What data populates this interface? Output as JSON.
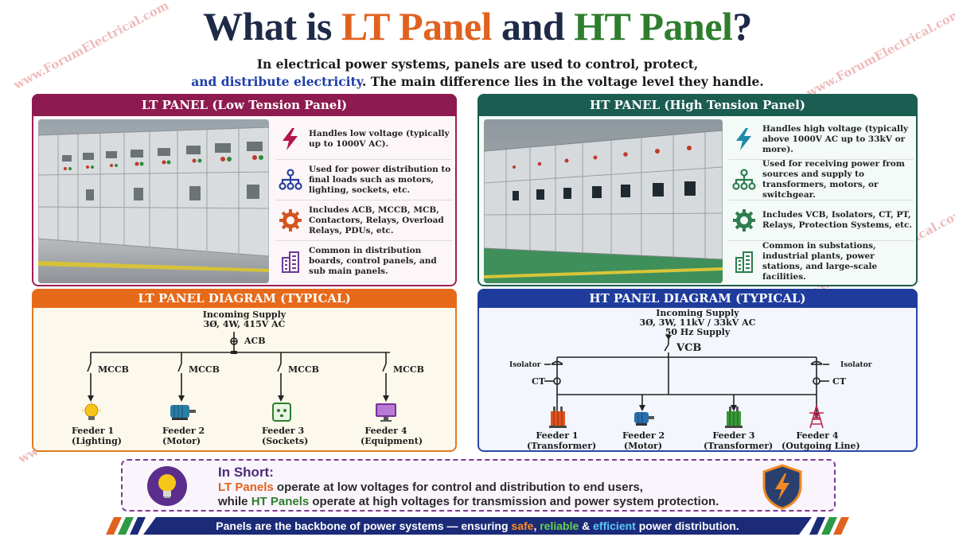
{
  "title": {
    "prefix": "What is ",
    "lt": "LT Panel",
    "mid": " and ",
    "ht": "HT Panel",
    "suffix": "?"
  },
  "subtitle": {
    "line1": "In electrical power systems, panels are used to control, protect,",
    "line2_blue": "and distribute electricity",
    "line2_rest": ". The main difference lies in the voltage level they handle."
  },
  "lt_panel": {
    "header": "LT PANEL (Low Tension Panel)",
    "features": [
      {
        "icon": "lightning-icon",
        "text": "Handles low voltage (typically up to 1000V AC)."
      },
      {
        "icon": "network-icon",
        "text": "Used for power distribution to final loads such as motors, lighting, sockets, etc."
      },
      {
        "icon": "gear-icon",
        "text": "Includes ACB, MCCB, MCB, Contactors, Relays, Overload Relays, PDUs, etc."
      },
      {
        "icon": "building-icon",
        "text": "Common in distribution boards, control panels, and sub main panels."
      }
    ]
  },
  "ht_panel": {
    "header": "HT PANEL (High Tension Panel)",
    "features": [
      {
        "icon": "lightning-icon",
        "text": "Handles high voltage (typically above 1000V AC up to 33kV or more)."
      },
      {
        "icon": "network-icon",
        "text": "Used for receiving power from sources and supply to transformers, motors, or switchgear."
      },
      {
        "icon": "gear-icon",
        "text": "Includes VCB, Isolators, CT, PT, Relays, Protection Systems, etc."
      },
      {
        "icon": "building-icon",
        "text": "Common in substations, industrial plants, power stations, and large-scale facilities."
      }
    ]
  },
  "lt_diagram": {
    "header": "LT PANEL DIAGRAM (TYPICAL)",
    "incoming_title": "Incoming Supply",
    "incoming_spec": "3Ø, 4W, 415V AC",
    "breaker": "ACB",
    "branch_breaker": "MCCB",
    "feeders": [
      {
        "label": "Feeder 1",
        "sub": "(Lighting)",
        "icon": "bulb-icon"
      },
      {
        "label": "Feeder 2",
        "sub": "(Motor)",
        "icon": "motor-icon"
      },
      {
        "label": "Feeder 3",
        "sub": "(Sockets)",
        "icon": "socket-icon"
      },
      {
        "label": "Feeder 4",
        "sub": "(Equipment)",
        "icon": "monitor-icon"
      }
    ]
  },
  "ht_diagram": {
    "header": "HT PANEL DIAGRAM (TYPICAL)",
    "incoming_title": "Incoming Supply",
    "incoming_spec": "3Ø, 3W, 11kV / 33kV AC",
    "frequency": "50 Hz Supply",
    "breaker": "VCB",
    "isolator": "Isolator",
    "ct": "CT",
    "feeders": [
      {
        "label": "Feeder 1",
        "sub": "(Transformer)",
        "icon": "transformer-icon"
      },
      {
        "label": "Feeder 2",
        "sub": "(Motor)",
        "icon": "motor-icon"
      },
      {
        "label": "Feeder 3",
        "sub": "(Transformer)",
        "icon": "transformer-icon"
      },
      {
        "label": "Feeder 4",
        "sub": "(Outgoing Line)",
        "icon": "tower-icon"
      }
    ]
  },
  "in_short": {
    "heading": "In Short:",
    "l1_kw": "LT Panels",
    "l1_rest": " operate at low voltages for control and distribution to end users,",
    "l2_pre": "while ",
    "l2_kw": "HT Panels",
    "l2_rest": " operate at high voltages for transmission and power system protection."
  },
  "footer": {
    "pre": "Panels are the backbone of power systems — ensuring ",
    "safe": "safe",
    "comma": ", ",
    "reliable": "reliable",
    "amp": " & ",
    "efficient": "efficient",
    "post": " power distribution."
  },
  "watermark": "www.ForumElectrical.com",
  "colors": {
    "lt_accent": "#e0621f",
    "ht_accent": "#2f7d2e",
    "lt_header": "#8e1b4f",
    "ht_header": "#1c5d52",
    "lt_diagram_header": "#e66a1a",
    "ht_diagram_header": "#1f3c9c",
    "footer": "#1b2b78"
  }
}
